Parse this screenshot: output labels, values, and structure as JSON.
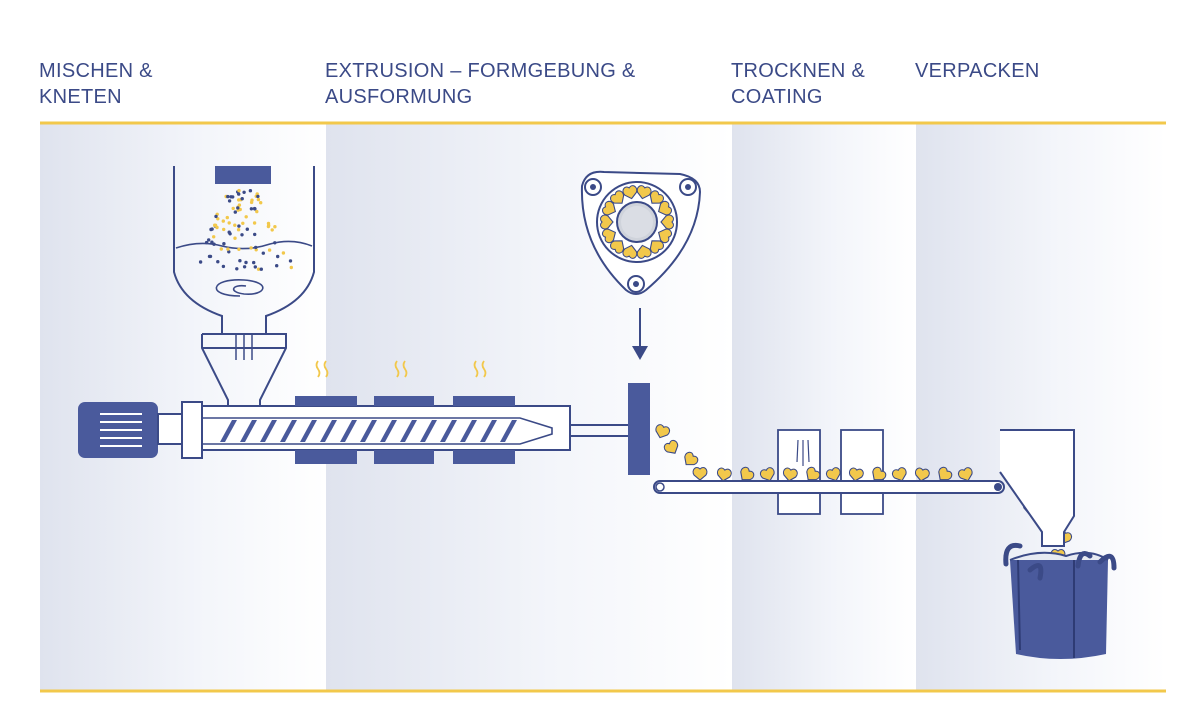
{
  "stages": [
    {
      "label": "MISCHEN &\nKNETEN"
    },
    {
      "label": "EXTRUSION – FORMGEBUNG &\nAUSFORMUNG"
    },
    {
      "label": "TROCKNEN &\nCOATING"
    },
    {
      "label": "VERPACKEN"
    }
  ],
  "colors": {
    "line": "#3b4a87",
    "fill": "#4a5a9c",
    "accent": "#f2c84b",
    "panel": "#dfe3ee"
  }
}
